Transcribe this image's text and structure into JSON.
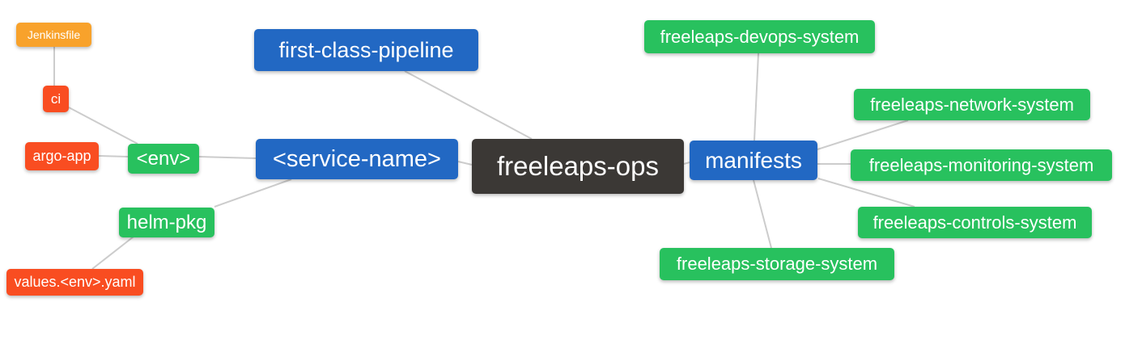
{
  "diagram": {
    "type": "mindmap",
    "background": "#ffffff",
    "palette": {
      "blue": "#2268c3",
      "green": "#28c15e",
      "orange": "#f8a22b",
      "red": "#f94d21",
      "dark": "#3b3835",
      "edge_line": "#cccccc",
      "node_text": "#ffffff"
    },
    "root_label": "freeleaps-ops",
    "nodes": [
      {
        "id": "jenkinsfile",
        "label": "Jenkinsfile",
        "color": "orange"
      },
      {
        "id": "ci",
        "label": "ci",
        "color": "red"
      },
      {
        "id": "argo-app",
        "label": "argo-app",
        "color": "red"
      },
      {
        "id": "env",
        "label": "<env>",
        "color": "green"
      },
      {
        "id": "helm-pkg",
        "label": "helm-pkg",
        "color": "green"
      },
      {
        "id": "values-env-yaml",
        "label": "values.<env>.yaml",
        "color": "red"
      },
      {
        "id": "first-class-pipeline",
        "label": "first-class-pipeline",
        "color": "blue"
      },
      {
        "id": "service-name",
        "label": "<service-name>",
        "color": "blue"
      },
      {
        "id": "freeleaps-ops",
        "label": "freeleaps-ops",
        "color": "dark"
      },
      {
        "id": "manifests",
        "label": "manifests",
        "color": "blue"
      },
      {
        "id": "freeleaps-devops-system",
        "label": "freeleaps-devops-system",
        "color": "green"
      },
      {
        "id": "freeleaps-network-system",
        "label": "freeleaps-network-system",
        "color": "green"
      },
      {
        "id": "freeleaps-monitoring-system",
        "label": "freeleaps-monitoring-system",
        "color": "green"
      },
      {
        "id": "freeleaps-controls-system",
        "label": "freeleaps-controls-system",
        "color": "green"
      },
      {
        "id": "freeleaps-storage-system",
        "label": "freeleaps-storage-system",
        "color": "green"
      }
    ],
    "edges": [
      [
        "Jenkinsfile",
        "ci"
      ],
      [
        "ci",
        "<env>"
      ],
      [
        "argo-app",
        "<env>"
      ],
      [
        "<env>",
        "<service-name>"
      ],
      [
        "helm-pkg",
        "<service-name>"
      ],
      [
        "values.<env>.yaml",
        "helm-pkg"
      ],
      [
        "first-class-pipeline",
        "freeleaps-ops"
      ],
      [
        "<service-name>",
        "freeleaps-ops"
      ],
      [
        "freeleaps-ops",
        "manifests"
      ],
      [
        "manifests",
        "freeleaps-devops-system"
      ],
      [
        "manifests",
        "freeleaps-network-system"
      ],
      [
        "manifests",
        "freeleaps-monitoring-system"
      ],
      [
        "manifests",
        "freeleaps-controls-system"
      ],
      [
        "manifests",
        "freeleaps-storage-system"
      ]
    ]
  }
}
